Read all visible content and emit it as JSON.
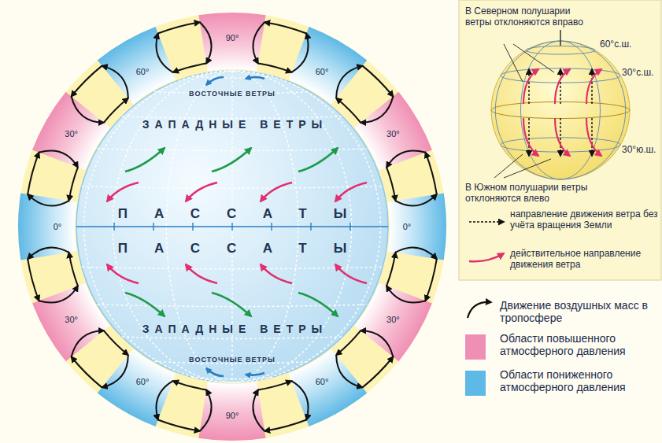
{
  "diagram": {
    "nodes": [
      {
        "text": [
          "В Северном полушарии ветры отклоняются вправо",
          "В Южном полушарии ветры отклоняются влево"
        ]
      }
    ],
    "labels": [
      "ВОСТОЧНЫЕ ВЕТРЫ",
      "ЗАПАДНЫЕ ВЕТРЫ",
      "ПАССАТЫ",
      "0°",
      "0°",
      "ПАССАТЫ",
      "ЗАПАДНЫЕ ВЕТРЫ",
      "ВОСТОЧНЫЕ ВЕТРЫ",
      "90°",
      "60°",
      "60°",
      "30°",
      "30°",
      "30°",
      "30°",
      "60°",
      "60°",
      "90°",
      "60°с.ш.",
      "30°с.ш.",
      "30°ю.ш."
    ],
    "legend": [
      {
        "text": "направление движения ветра без учёта вращения Земли"
      },
      {
        "text": "действительное направление движения ветра"
      },
      {
        "text": "Движение воздушных масс в тропосфере"
      },
      {
        "text": "Области повышенного атмосферного давления",
        "color": "#f08fb4"
      },
      {
        "text": "Области пониженного атмосферного давления",
        "color": "#5fb9e6"
      }
    ]
  }
}
